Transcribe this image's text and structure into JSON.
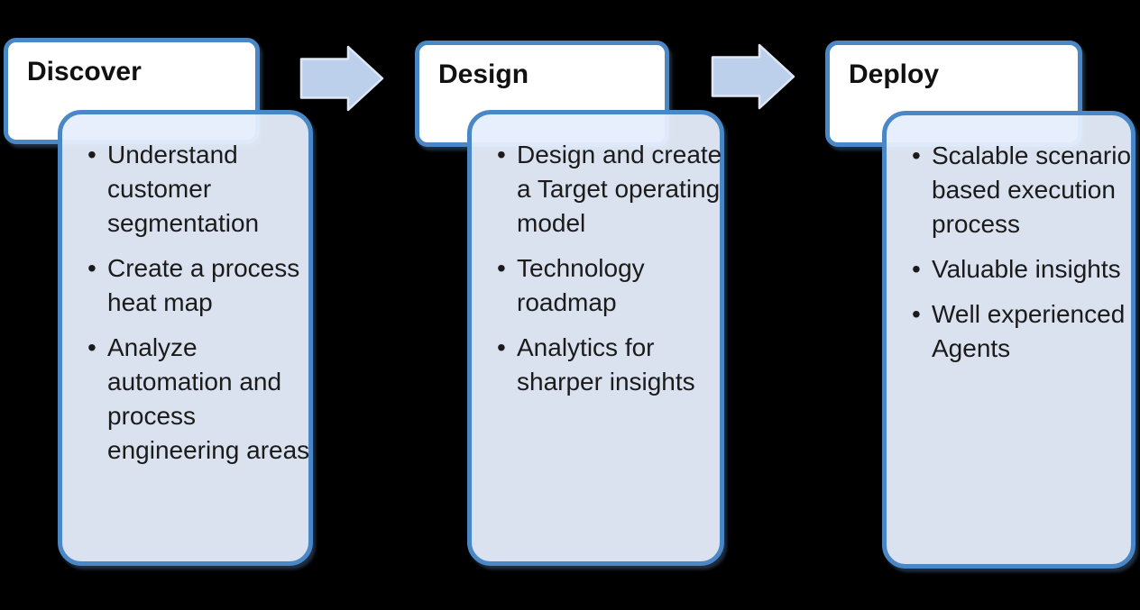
{
  "colors": {
    "border_blue": "#4a87c6",
    "body_fill": "rgba(230,238,252,0.95)",
    "header_fill": "#ffffff",
    "arrow_fill": "#bdd0eb",
    "arrow_outline": "#dde7f6",
    "text_color": "#1b1b1b",
    "canvas_bg": "#000000"
  },
  "diagram": {
    "type": "process-flow",
    "stages": [
      {
        "title": "Discover",
        "bullets": [
          "Understand customer segmentation",
          "Create a process heat map",
          "Analyze automation and process engineering areas"
        ]
      },
      {
        "title": "Design",
        "bullets": [
          "Design and create a Target operating model",
          "Technology roadmap",
          "Analytics for sharper insights"
        ]
      },
      {
        "title": "Deploy",
        "bullets": [
          "Scalable scenario based execution process",
          "Valuable insights",
          "Well experienced Agents"
        ]
      }
    ]
  }
}
